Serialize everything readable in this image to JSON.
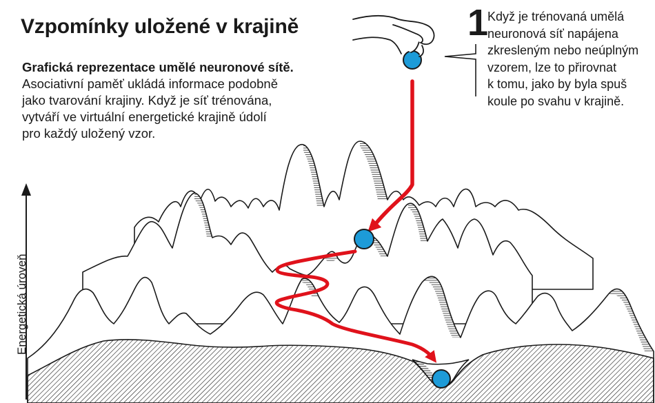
{
  "header": {
    "title": "Vzpomínky uložené v krajině"
  },
  "intro": {
    "subtitle": "Grafická reprezentace umělé neuronové sítě.",
    "lines": [
      "Asociativní paměť ukládá informace podobně",
      "jako tvarování krajiny. Když je síť trénována,",
      "vytváří ve virtuální energetické krajině údolí",
      "pro každý uložený vzor."
    ]
  },
  "step": {
    "number": "1",
    "lines": [
      "Když je trénovaná umělá",
      "neuronová síť napájena",
      "zkresleným nebo neúplným",
      "vzorem, lze to přirovnat",
      "k tomu, jako by byla spuš",
      "koule po svahu v krajině."
    ]
  },
  "axis": {
    "label": "Energetická úroveň"
  },
  "colors": {
    "ball": "#1d9bd8",
    "path": "#e0121b",
    "ink": "#1a1a1a"
  },
  "icons": [
    "hand-icon",
    "ball-icon",
    "arrow-up-icon"
  ]
}
